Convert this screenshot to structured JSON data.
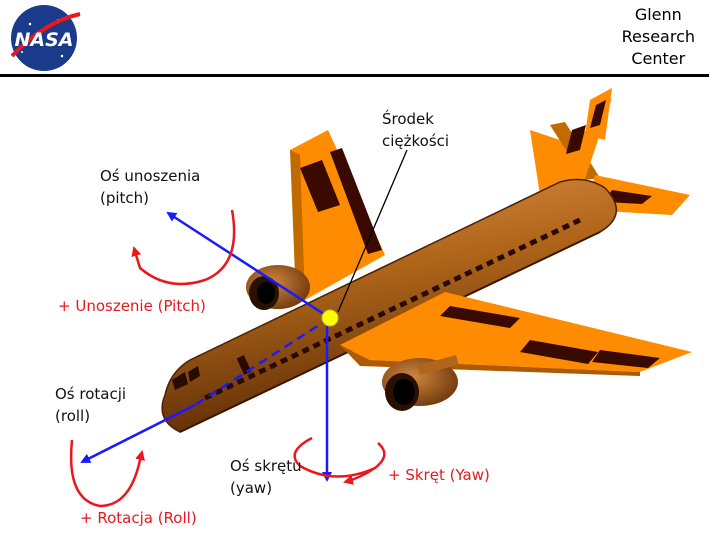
{
  "header": {
    "logo_text": "NASA",
    "title_lines": [
      "Glenn",
      "Research",
      "Center"
    ]
  },
  "labels": {
    "center_of_gravity": [
      "Środek",
      "ciężkości"
    ],
    "pitch_axis": [
      "Oś unoszenia",
      "(pitch)"
    ],
    "pitch_rotation": "+ Unoszenie (Pitch)",
    "roll_axis": [
      "Oś rotacji",
      "(roll)"
    ],
    "roll_rotation": "+ Rotacja (Roll)",
    "yaw_axis": [
      "Oś skrętu",
      "(yaw)"
    ],
    "yaw_rotation": "+ Skręt (Yaw)"
  },
  "colors": {
    "axis": "#1a1aff",
    "rotation": "#e8181c",
    "fuselage": "#b0661a",
    "wing": "#ff8c00",
    "stripe": "#3a0a00",
    "cg_marker": "#ffff00",
    "nasa_blue": "#1a3a8c"
  }
}
